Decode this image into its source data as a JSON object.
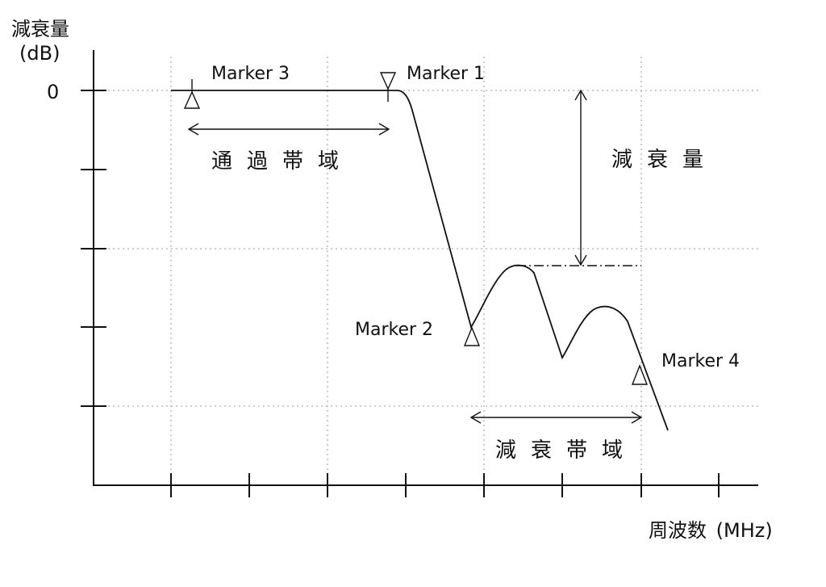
{
  "y_axis": {
    "label": "減衰量",
    "unit": "(dB)",
    "zero_label": "0"
  },
  "x_axis": {
    "label": "周波数",
    "unit": "(MHz)"
  },
  "markers": {
    "m1": "Marker 1",
    "m2": "Marker 2",
    "m3": "Marker 3",
    "m4": "Marker 4"
  },
  "annotations": {
    "pass_band": "通過帯域",
    "attenuation": "減衰量",
    "stop_band": "減衰帯域"
  }
}
